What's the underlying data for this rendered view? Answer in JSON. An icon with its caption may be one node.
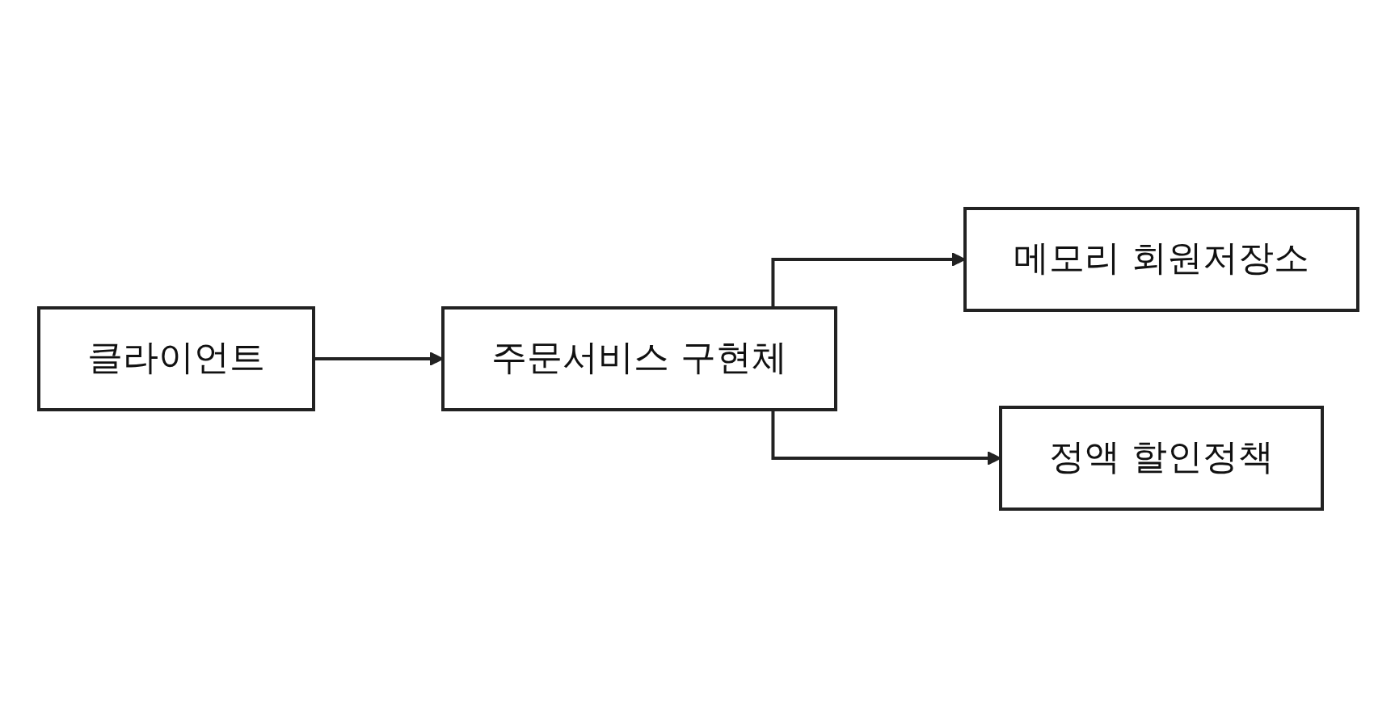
{
  "diagram": {
    "nodes": [
      {
        "text": [
          "클라이언트"
        ]
      },
      {
        "text": [
          "주문서비스 구현체"
        ]
      },
      {
        "text": [
          "메모리 회원저장소"
        ]
      },
      {
        "text": [
          "정액 할인정책"
        ]
      }
    ],
    "edges": [
      {
        "from": 0,
        "to": 1,
        "arrow": "to"
      },
      {
        "from": 1,
        "to": 2,
        "arrow": "to"
      },
      {
        "from": 1,
        "to": 3,
        "arrow": "to"
      }
    ]
  }
}
